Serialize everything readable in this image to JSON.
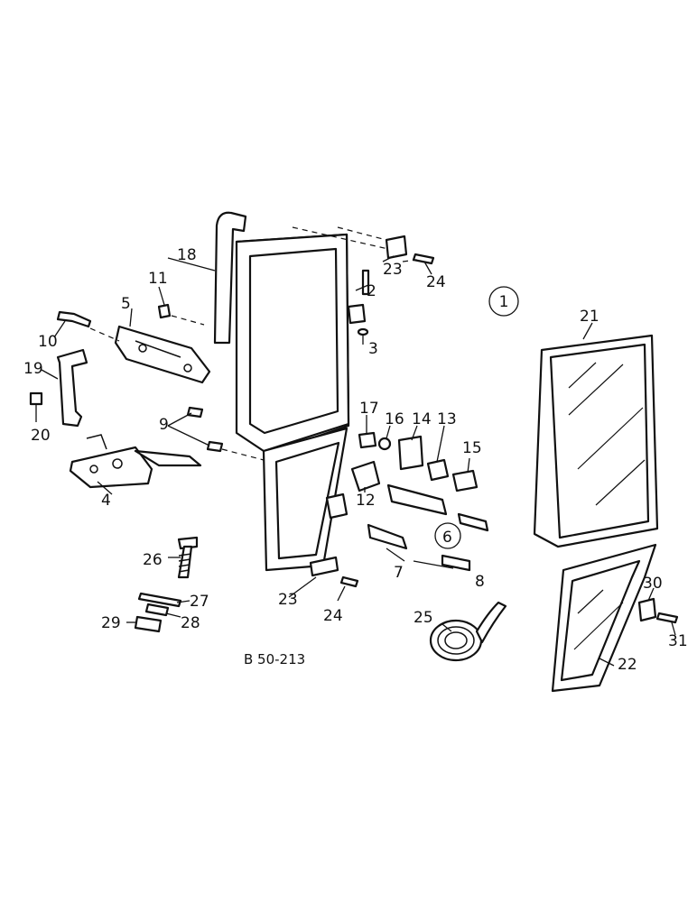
{
  "drawing_code": "B 50-213",
  "assembly_callout": "1",
  "callouts": [
    "2",
    "3",
    "4",
    "5",
    "6",
    "7",
    "8",
    "9",
    "10",
    "11",
    "12",
    "13",
    "14",
    "15",
    "16",
    "17",
    "18",
    "19",
    "20",
    "21",
    "22",
    "23",
    "23",
    "24",
    "24",
    "25",
    "26",
    "27",
    "28",
    "29",
    "30",
    "31"
  ]
}
